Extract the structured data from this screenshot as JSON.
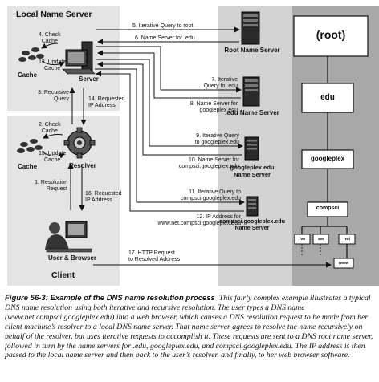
{
  "diagram": {
    "client_panel_title": "Local Name Server",
    "client_title": "Client",
    "server_label": "Server",
    "resolver_label": "Resolver",
    "user_browser_label": "User & Browser",
    "cache_label_top": "Cache",
    "cache_label_bottom": "Cache",
    "step4": "4. Check\nCache",
    "step13": "13. Update\nCache",
    "step3": "3. Recursive\nQuery",
    "step14": "14. Requested\nIP Address",
    "step2": "2. Check\nCache",
    "step15": "15. Update\nCache",
    "step1": "1. Resolution\nRequest",
    "step16": "16. Requested\nIP Address",
    "step5": "5. Iterative Query to root",
    "step6": "6. Name Server for .edu",
    "step7": "7. Iterative\nQuery to .edu",
    "step8": "8. Name Server for\ngoogleplex.edu",
    "step9": "9. Iterative Query\nto googleplex.edu",
    "step10": "10. Name Server for\ncompsci.googleplex.edu",
    "step11": "11. Iterative Query to\ncompsci.googleplex.edu",
    "step12": "12. IP Address for\nwww.net.compsci.googleplex.edu",
    "step17": "17. HTTP Request\nto Resolved Address",
    "root_server_label": "Root Name Server",
    "edu_server_label": ".edu Name Server",
    "googleplex_server_label": "googleplex.edu\nName Server",
    "compsci_server_label": "compsci.googleplex.edu\nName Server",
    "node_root": "(root)",
    "node_edu": "edu",
    "node_googleplex": "googleplex",
    "node_compsci": "compsci",
    "node_hw": "hw",
    "node_sw": "sw",
    "node_net": "net",
    "node_www": "www"
  },
  "caption": {
    "title": "Figure 56-3: Example of the DNS name resolution process",
    "text": "This fairly complex example illustrates a typical DNS name resolution using both iterative and recursive resolution. The user types a DNS name (www.net.compsci.googleplex.edu) into a web browser, which causes a DNS resolution request to be made from her client machine’s resolver to a local DNS name server. That name server agrees to resolve the name recursively on behalf of the resolver, but uses iterative requests to accomplish it. These requests are sent to a DNS root name server, followed in turn by the name servers for .edu, googleplex.edu, and compsci.googleplex.edu. The IP address is then passed to the local name server and then back to the user’s resolver, and finally, to her web browser software."
  },
  "colors": {
    "panel_light": "#e4e4e4",
    "panel_mid": "#d0d0d0",
    "server_column": "#c4c4c4",
    "tree_column": "#a3a3a3",
    "line": "#111111"
  }
}
